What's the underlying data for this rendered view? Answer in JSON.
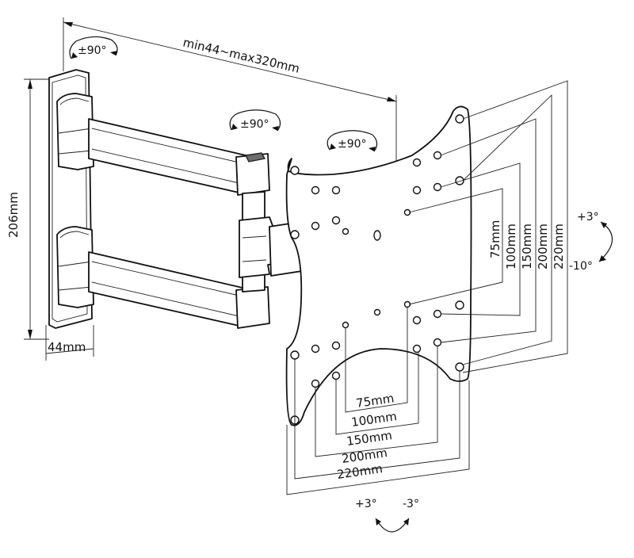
{
  "rotation": {
    "wall_swivel": "±90°",
    "elbow_swivel": "±90°",
    "plate_rotation": "±90°"
  },
  "dimensions": {
    "extension": "min44~max320mm",
    "wall_plate_height": "206mm",
    "wall_plate_depth": "44mm",
    "vesa_horizontal": [
      "75mm",
      "100mm",
      "150mm",
      "200mm",
      "220mm"
    ],
    "vesa_vertical": [
      "75mm",
      "100mm",
      "150mm",
      "200mm",
      "220mm"
    ]
  },
  "tilt": {
    "up": "+3°",
    "down": "-10°"
  },
  "swivel": {
    "left": "+3°",
    "right": "-3°"
  }
}
